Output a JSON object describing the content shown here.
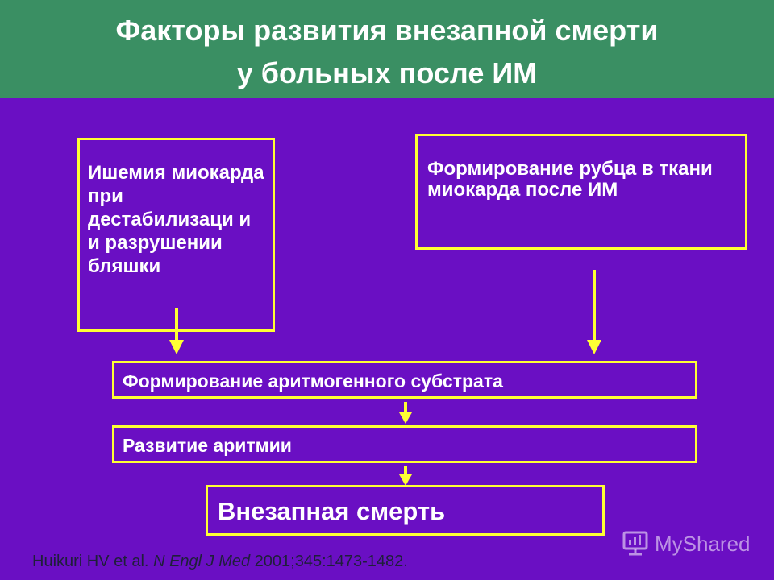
{
  "title": {
    "line1": "Факторы развития внезапной смерти",
    "line2": "у больных после ИМ"
  },
  "boxes": {
    "ischemia": "Ишемия миокарда при дестабилизаци и и разрушении бляшки",
    "scar_line1": "Формирование рубца в ткани",
    "scar_line2": "миокарда после ИМ",
    "substrate": "Формирование аритмогенного субстрата",
    "arrhythmia": "Развитие аритмии",
    "death": "Внезапная смерть"
  },
  "citation": {
    "authors": "Huikuri HV et al. ",
    "journal": "N Engl J Med",
    "details": " 2001;345:1473-1482."
  },
  "watermark": {
    "text": "MyShared",
    "icon": "presentation-icon"
  },
  "colors": {
    "background": "#6a0fc3",
    "header": "#3a8f63",
    "box_border": "#ffff33",
    "arrow": "#ffff33",
    "text": "#ffffff"
  }
}
